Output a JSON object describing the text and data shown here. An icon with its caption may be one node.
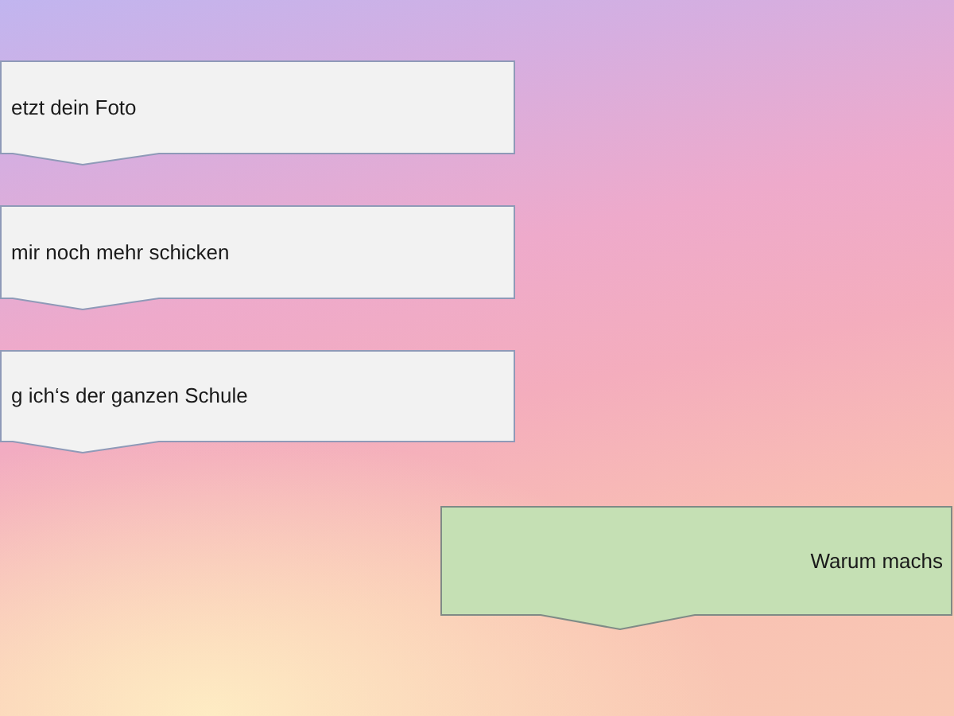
{
  "diagram": {
    "nodes": [
      {
        "text": [
          "etzt dein Foto"
        ]
      },
      {
        "text": [
          "mir noch mehr schicken"
        ]
      },
      {
        "text": [
          "g ich‘s der ganzen Schule"
        ]
      },
      {
        "text": [
          "Warum machs"
        ]
      }
    ]
  }
}
